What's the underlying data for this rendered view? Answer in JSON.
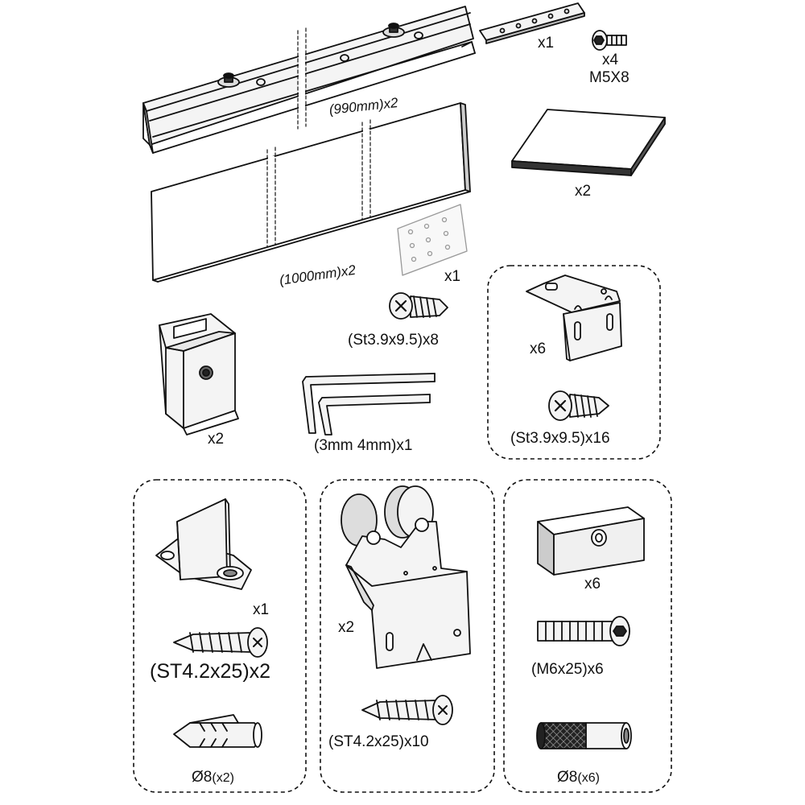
{
  "parts": {
    "rail": {
      "qty": "(990mm)x2"
    },
    "rail_connector": {
      "qty": "x1"
    },
    "bolt_m5": {
      "qty": "x4",
      "size": "M5X8"
    },
    "plate": {
      "qty": "x2"
    },
    "cover_strip": {
      "qty": "(1000mm)x2"
    },
    "joint_plate": {
      "qty": "x1"
    },
    "screw_st39_small": {
      "qty": "(St3.9x9.5)x8"
    },
    "end_stop": {
      "qty": "x2"
    },
    "hex_keys": {
      "qty": "(3mm 4mm)x1"
    },
    "angle_bracket": {
      "qty": "x6"
    },
    "screw_st39_large": {
      "qty": "(St3.9x9.5)x16"
    },
    "floor_guide": {
      "qty": "x1"
    },
    "screw_st42_guide": {
      "qty": "(ST4.2x25)x2"
    },
    "wall_plug_guide": {
      "qty": "Ø8",
      "qty_suffix": "(x2)"
    },
    "roller_carriage": {
      "qty": "x2"
    },
    "screw_st42_carriage": {
      "qty": "(ST4.2x25)x10"
    },
    "spacer_block": {
      "qty": "x6"
    },
    "bolt_m6": {
      "qty": "(M6x25)x6"
    },
    "wall_plug_bolt": {
      "qty": "Ø8",
      "qty_suffix": "(x6)"
    }
  }
}
